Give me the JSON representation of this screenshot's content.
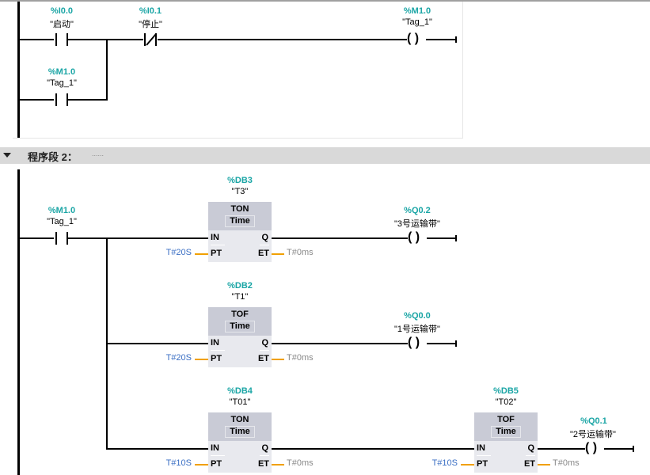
{
  "network1": {
    "contacts": [
      {
        "address": "%I0.0",
        "symbol": "\"启动\"",
        "type": "normally-open"
      },
      {
        "address": "%I0.1",
        "symbol": "\"停止\"",
        "type": "normally-closed"
      },
      {
        "address": "%M1.0",
        "symbol": "\"Tag_1\"",
        "type": "normally-open"
      }
    ],
    "coil": {
      "address": "%M1.0",
      "symbol": "\"Tag_1\"",
      "glyph": "(  )"
    }
  },
  "network2": {
    "header": {
      "title": "程序段 2：",
      "comment": "......",
      "collapse_icon": "triangle-down-icon"
    },
    "contact": {
      "address": "%M1.0",
      "symbol": "\"Tag_1\""
    },
    "blocks": [
      {
        "db": "%DB3",
        "name": "\"T3\"",
        "type": "TON",
        "datatype": "Time",
        "pins": {
          "in": "IN",
          "pt": "PT",
          "q": "Q",
          "et": "ET"
        },
        "pt_value": "T#20S",
        "et_value": "T#0ms"
      },
      {
        "db": "%DB2",
        "name": "\"T1\"",
        "type": "TOF",
        "datatype": "Time",
        "pins": {
          "in": "IN",
          "pt": "PT",
          "q": "Q",
          "et": "ET"
        },
        "pt_value": "T#20S",
        "et_value": "T#0ms"
      },
      {
        "db": "%DB4",
        "name": "\"T01\"",
        "type": "TON",
        "datatype": "Time",
        "pins": {
          "in": "IN",
          "pt": "PT",
          "q": "Q",
          "et": "ET"
        },
        "pt_value": "T#10S",
        "et_value": "T#0ms"
      },
      {
        "db": "%DB5",
        "name": "\"T02\"",
        "type": "TOF",
        "datatype": "Time",
        "pins": {
          "in": "IN",
          "pt": "PT",
          "q": "Q",
          "et": "ET"
        },
        "pt_value": "T#10S",
        "et_value": "T#0ms"
      }
    ],
    "coils": [
      {
        "address": "%Q0.2",
        "symbol": "\"3号运输带\"",
        "glyph": "(  )"
      },
      {
        "address": "%Q0.0",
        "symbol": "\"1号运输带\"",
        "glyph": "(  )"
      },
      {
        "address": "%Q0.1",
        "symbol": "\"2号运输带\"",
        "glyph": "(  )"
      }
    ]
  }
}
